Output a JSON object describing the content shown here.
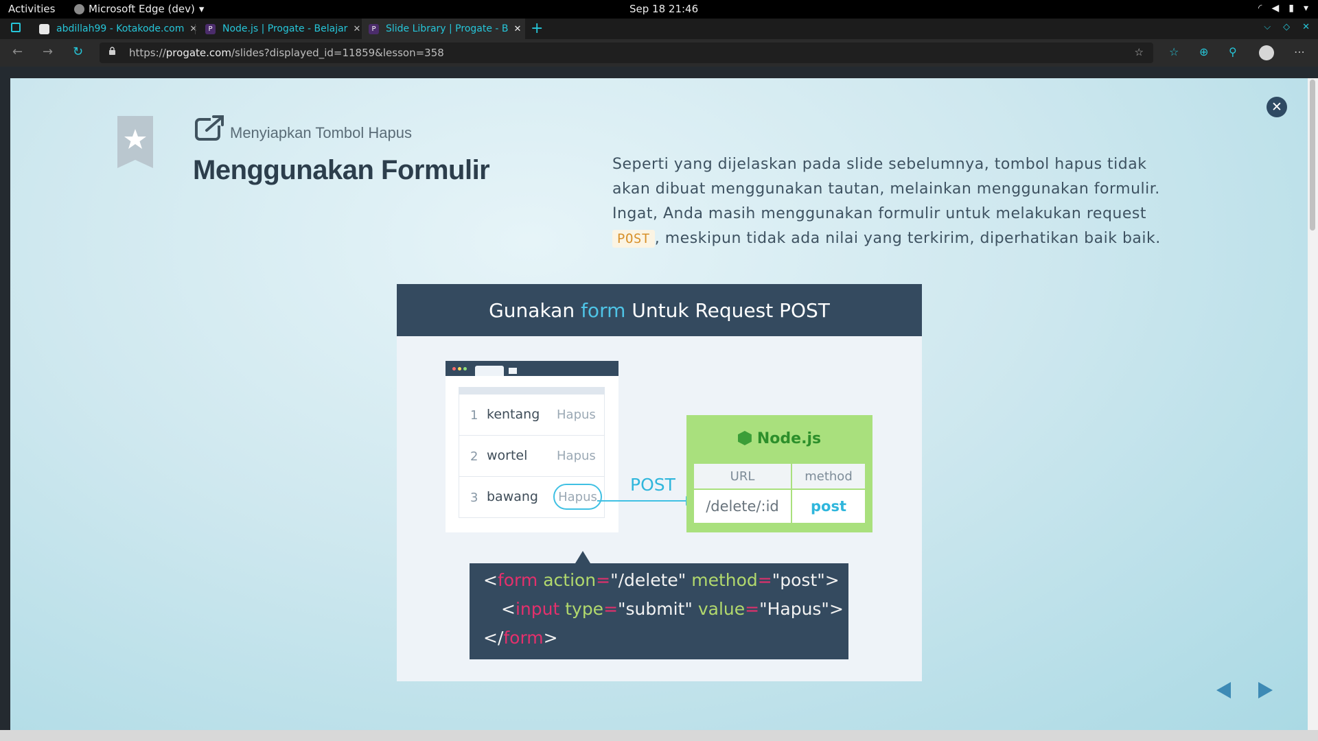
{
  "topbar": {
    "activities": "Activities",
    "app_name": "Microsoft Edge (dev)",
    "clock": "Sep 18  21:46"
  },
  "tabs": [
    {
      "title": "abdillah99 - Kotakode.com",
      "active": false
    },
    {
      "title": "Node.js | Progate - Belajar",
      "active": false
    },
    {
      "title": "Slide Library | Progate - B",
      "active": true
    }
  ],
  "address": {
    "url_prefix": "https://",
    "url_domain": "progate.com",
    "url_path": "/slides?displayed_id=11859&lesson=358"
  },
  "slide": {
    "subtitle": "Menyiapkan Tombol Hapus",
    "title": "Menggunakan Formulir",
    "description_before": "Seperti yang dijelaskan pada slide sebelumnya, tombol hapus tidak akan dibuat menggunakan tautan, melainkan menggunakan formulir. Ingat, Anda masih menggunakan formulir untuk melakukan request ",
    "description_code": "POST",
    "description_after": ", meskipun tidak ada nilai yang terkirim, diperhatikan baik baik.",
    "figure": {
      "header_before": "Gunakan",
      "header_keyword": "form",
      "header_after": "Untuk Request POST",
      "rows": [
        {
          "num": "1",
          "item": "kentang",
          "action": "Hapus"
        },
        {
          "num": "2",
          "item": "wortel",
          "action": "Hapus"
        },
        {
          "num": "3",
          "item": "bawang",
          "action": "Hapus"
        }
      ],
      "post_label": "POST",
      "node_title": "Node.js",
      "node_col_url": "URL",
      "node_col_method": "method",
      "node_url": "/delete/:id",
      "node_method": "post",
      "code": {
        "l1_open": "<",
        "l1_tag": "form",
        "l1_attr1": "action",
        "l1_val1": "\"/delete\"",
        "l1_attr2": "method",
        "l1_val2": "\"post\"",
        "l1_close": ">",
        "l2_open": "<",
        "l2_tag": "input",
        "l2_attr1": "type",
        "l2_val1": "\"submit\"",
        "l2_attr2": "value",
        "l2_val2": "\"Hapus\"",
        "l2_close": ">",
        "l3_open": "</",
        "l3_tag": "form",
        "l3_close": ">",
        "eq": "="
      }
    }
  },
  "colors": {
    "slide_bg": "#cfe8ef",
    "header_dark": "#344a5f",
    "accent_blue": "#3fc0e3",
    "node_green": "#a9e07d"
  }
}
